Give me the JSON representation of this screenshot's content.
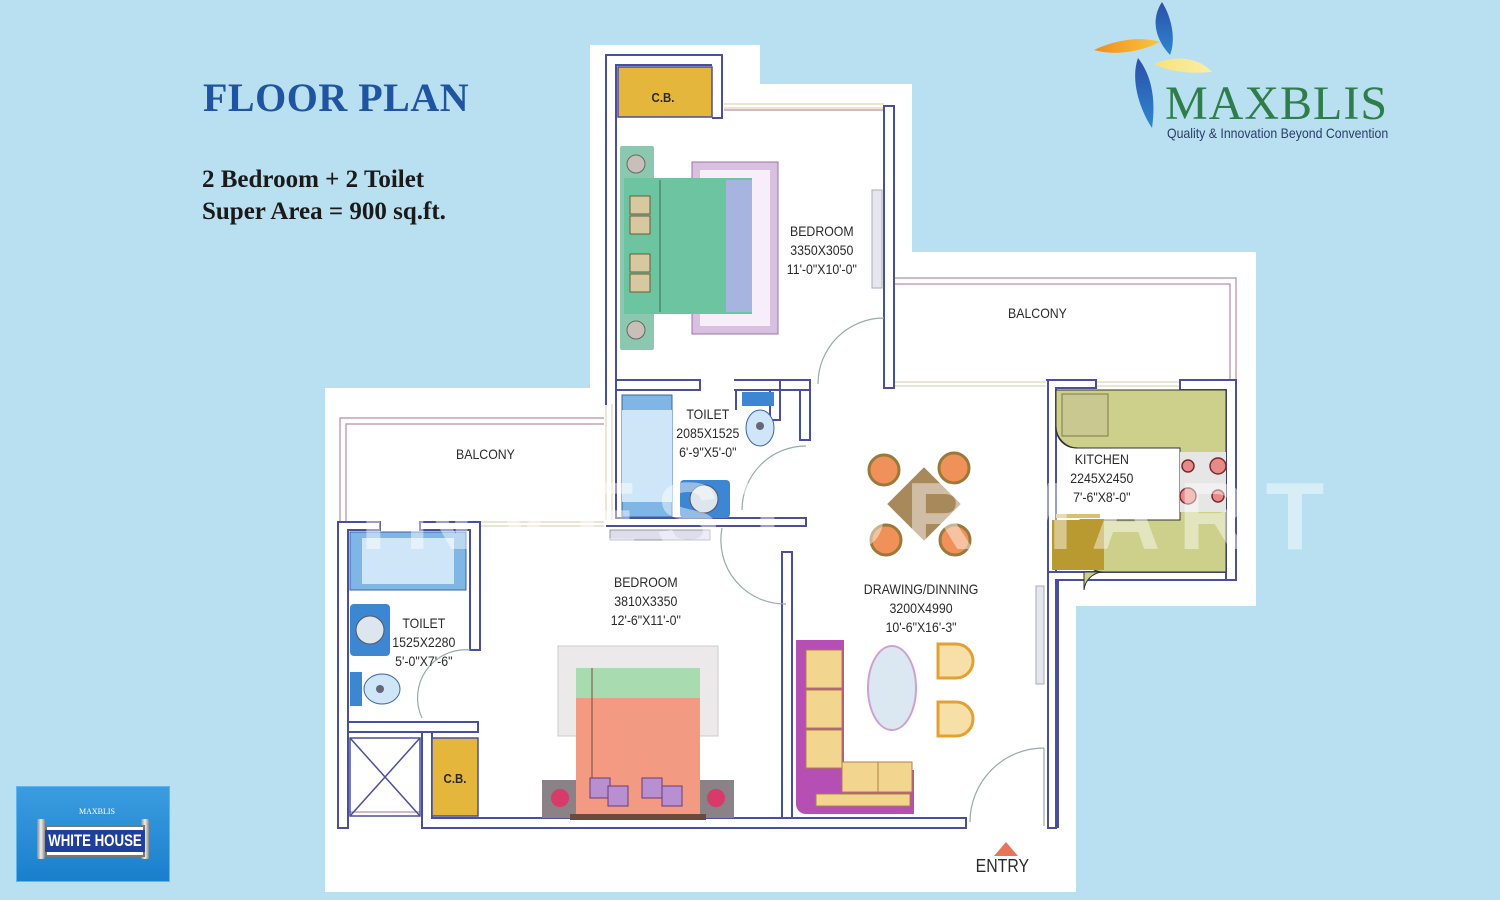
{
  "header": {
    "title": "FLOOR PLAN",
    "config": "2 Bedroom + 2 Toilet",
    "super_area": "Super Area = 900 sq.ft."
  },
  "brand": {
    "name": "MAXBLIS",
    "tagline": "Quality & Innovation Beyond Convention",
    "colors": {
      "wordmark": "#2e7d4b",
      "blue": "#1f55a0",
      "orange": "#f39a1e",
      "yellow": "#f3e27a"
    }
  },
  "project_badge": {
    "brand": "MAXBLIS",
    "name": "WHITE HOUSE"
  },
  "watermark": "INVESTORMART",
  "rooms": [
    {
      "id": "bedroom-1",
      "name": "BEDROOM",
      "mm": "3350X3050",
      "ft": "11'-0\"X10'-0\""
    },
    {
      "id": "toilet-1",
      "name": "TOILET",
      "mm": "2085X1525",
      "ft": "6'-9\"X5'-0\""
    },
    {
      "id": "balcony-1",
      "name": "BALCONY"
    },
    {
      "id": "balcony-2",
      "name": "BALCONY"
    },
    {
      "id": "kitchen",
      "name": "KITCHEN",
      "mm": "2245X2450",
      "ft": "7'-6\"X8'-0\""
    },
    {
      "id": "toilet-2",
      "name": "TOILET",
      "mm": "1525X2280",
      "ft": "5'-0\"X7'-6\""
    },
    {
      "id": "bedroom-2",
      "name": "BEDROOM",
      "mm": "3810X3350",
      "ft": "12'-6\"X11'-0\""
    },
    {
      "id": "drawing-dining",
      "name": "DRAWING/DINNING",
      "mm": "3200X4990",
      "ft": "10'-6\"X16'-3\""
    }
  ],
  "cupboards": [
    {
      "label": "C.B."
    },
    {
      "label": "C.B."
    }
  ],
  "entry": {
    "label": "ENTRY",
    "color": "#e8755a"
  },
  "palette": {
    "background": "#b9e0f0",
    "wall": "#4a4f9c",
    "balcony_rail": "#c9a0b0",
    "cupboard": "#e4b73c",
    "kitchen_counter": "#cdd08a"
  }
}
